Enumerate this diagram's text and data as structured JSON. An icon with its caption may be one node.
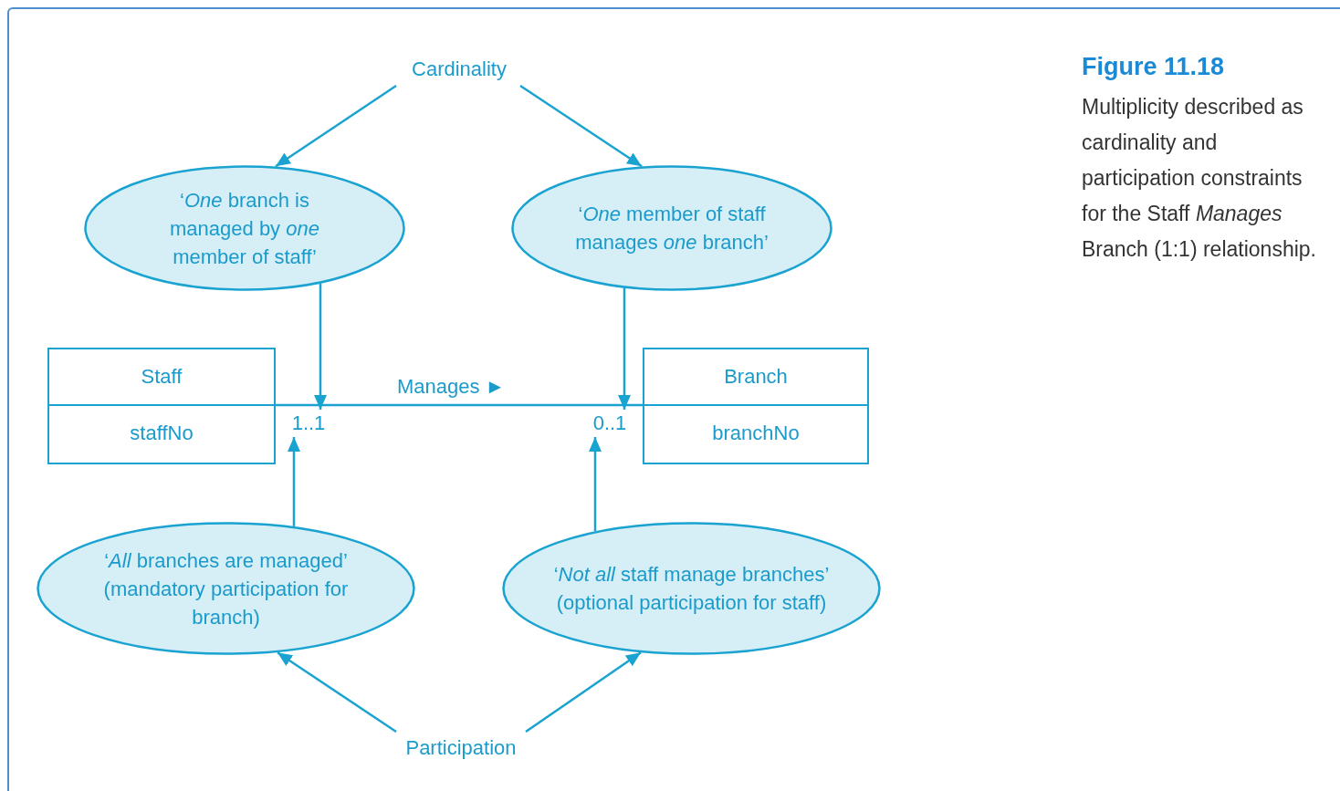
{
  "diagram": {
    "title": "Figure 11.18",
    "caption": "Multiplicity described as cardinality and participation constraints for the Staff *Manages* Branch (1:1) relationship.",
    "nodes": [
      {
        "text": [
          "Cardinality"
        ]
      },
      {
        "text": [
          "‘*One* branch is managed by *one* member of staff’"
        ]
      },
      {
        "text": [
          "‘*One* member of staff manages *one* branch’"
        ]
      },
      {
        "text": [
          "Staff",
          "staffNo"
        ]
      },
      {
        "text": [
          "Branch",
          "branchNo"
        ]
      },
      {
        "text": [
          "‘*All* branches are managed’",
          "(mandatory participation for branch)"
        ]
      },
      {
        "text": [
          "‘*Not all* staff manage branches’",
          "(optional participation for staff)"
        ]
      },
      {
        "text": [
          "Participation"
        ]
      },
      {
        "text": [
          "1..1"
        ]
      },
      {
        "text": [
          "0..1"
        ]
      }
    ],
    "edges": [
      {
        "from": 0,
        "to": 1,
        "arrow": "to"
      },
      {
        "from": 0,
        "to": 2,
        "arrow": "to"
      },
      {
        "from": 1,
        "to": 8,
        "arrow": "to"
      },
      {
        "from": 2,
        "to": 9,
        "arrow": "to"
      },
      {
        "from": 3,
        "to": 4,
        "arrow": "none",
        "label": "Manages ►"
      },
      {
        "from": 5,
        "to": 8,
        "arrow": "to"
      },
      {
        "from": 6,
        "to": 9,
        "arrow": "to"
      },
      {
        "from": 7,
        "to": 5,
        "arrow": "to"
      },
      {
        "from": 7,
        "to": 6,
        "arrow": "to"
      }
    ]
  }
}
